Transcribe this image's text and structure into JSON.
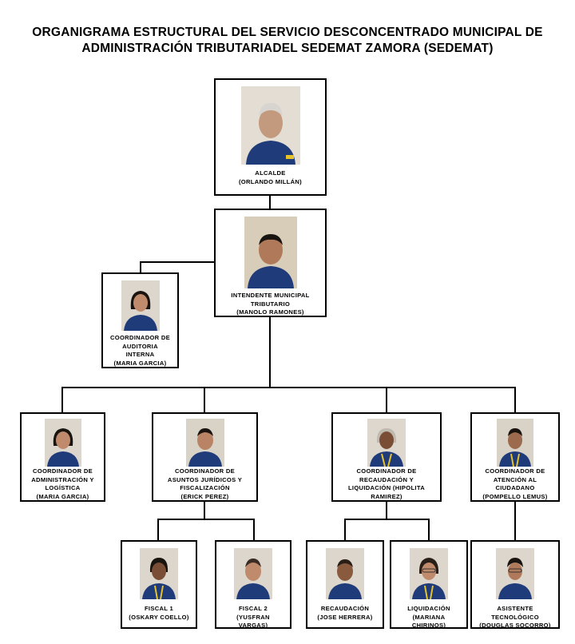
{
  "title": {
    "line1": "ORGANIGRAMA ESTRUCTURAL DEL SERVICIO DESCONCENTRADO MUNICIPAL DE",
    "line2": "ADMINISTRACIÓN TRIBUTARIADEL SEDEMAT ZAMORA (SEDEMAT)"
  },
  "nodes": {
    "alcalde": [
      "ALCALDE",
      "(ORLANDO MILLÁN)"
    ],
    "intendente": [
      "INTENDENTE MUNICIPAL",
      "TRIBUTARIO",
      "(MANOLO RAMONES)"
    ],
    "auditoria": [
      "COORDINADOR DE",
      "AUDITORIA",
      "INTERNA",
      "(MARIA GARCIA)"
    ],
    "administracion": [
      "COORDINADOR DE",
      "ADMINISTRACIÓN Y",
      "LOGÍSTICA",
      "(MARIA GARCIA)"
    ],
    "juridicos": [
      "COORDINADOR DE",
      "ASUNTOS JURÍDICOS Y",
      "FISCALIZACIÓN",
      "(ERICK PEREZ)"
    ],
    "recaudacion_coord": [
      "COORDINADOR DE",
      "RECAUDACIÓN Y",
      "LIQUIDACIÓN (HIPOLITA",
      "RAMIREZ)"
    ],
    "atencion": [
      "COORDINADOR DE",
      "ATENCIÓN AL",
      "CIUDADANO",
      "(POMPELLO LEMUS)"
    ],
    "fiscal1": [
      "FISCAL 1",
      "(OSKARY COELLO)"
    ],
    "fiscal2": [
      "FISCAL 2",
      "(YUSFRAN",
      "VARGAS)"
    ],
    "recaudacion": [
      "RECAUDACIÓN",
      "(JOSE HERRERA)"
    ],
    "liquidacion": [
      "LIQUIDACIÓN",
      "(MARIANA",
      "CHIRINOS)"
    ],
    "asistente": [
      "ASISTENTE",
      "TECNOLÓGICO",
      "(DOUGLAS SOCORRO)"
    ]
  },
  "colors": {
    "line": "#000000",
    "uniform": "#1f3b7a",
    "skin": "#b88566",
    "hair_dark": "#1a1410",
    "hair_gray": "#d8d4cf",
    "lanyard": "#e6c329"
  }
}
